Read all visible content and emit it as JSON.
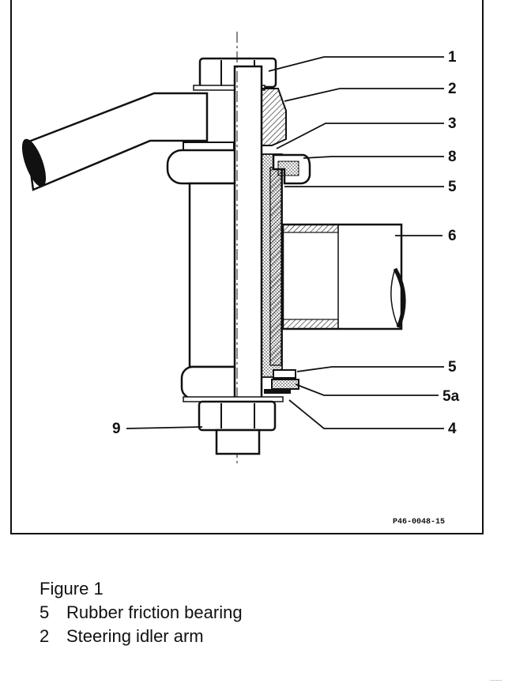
{
  "figure": {
    "drawing_code": "P46-0048-15",
    "callouts": [
      {
        "id": "c1",
        "label": "1"
      },
      {
        "id": "c2",
        "label": "2"
      },
      {
        "id": "c3",
        "label": "3"
      },
      {
        "id": "c8",
        "label": "8"
      },
      {
        "id": "c5top",
        "label": "5"
      },
      {
        "id": "c6",
        "label": "6"
      },
      {
        "id": "c5bottom",
        "label": "5"
      },
      {
        "id": "c5a",
        "label": "5a"
      },
      {
        "id": "c4",
        "label": "4"
      },
      {
        "id": "c9",
        "label": "9"
      }
    ]
  },
  "caption": {
    "title": "Figure 1",
    "items": [
      {
        "number": "5",
        "text": "Rubber friction bearing"
      },
      {
        "number": "2",
        "text": "Steering idler arm"
      }
    ]
  },
  "scan_mark": "........"
}
